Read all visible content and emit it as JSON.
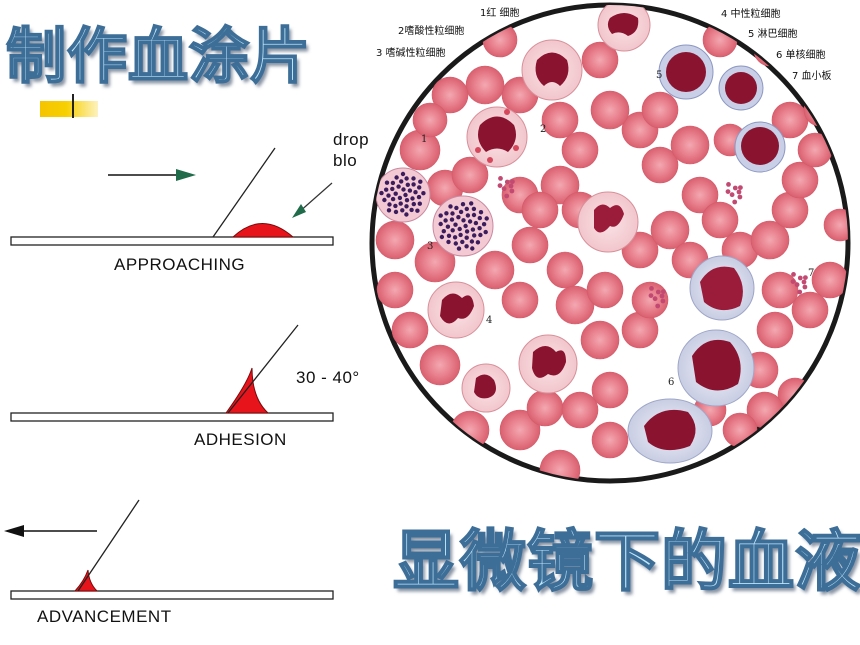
{
  "titles": {
    "main": "制作血涂片",
    "microscope": "显微镜下的血液"
  },
  "stages": {
    "approaching": "APPROACHING",
    "adhesion": "ADHESION",
    "advancement": "ADVANCEMENT",
    "drop_label_1": "drop",
    "drop_label_2": "blo",
    "angle": "30 - 40°"
  },
  "legend": {
    "item1": "1红 细胞",
    "item2": "2嗜酸性粒细胞",
    "item3": "3 嗜碱性粒细胞",
    "item4": "4 中性粒细胞",
    "item5": "5 淋巴细胞",
    "item6": "6 单核细胞",
    "item7": "7 血小板"
  },
  "cell_numbers": [
    "1",
    "2",
    "3",
    "4",
    "5",
    "6",
    "7"
  ],
  "colors": {
    "title_fill": "#bfe7fb",
    "title_stroke": "#3d6e98",
    "blood": "#e8141c",
    "rbc": "#e57583",
    "nucleus": "#8a1330",
    "arrow_green": "#1f6b4a"
  }
}
